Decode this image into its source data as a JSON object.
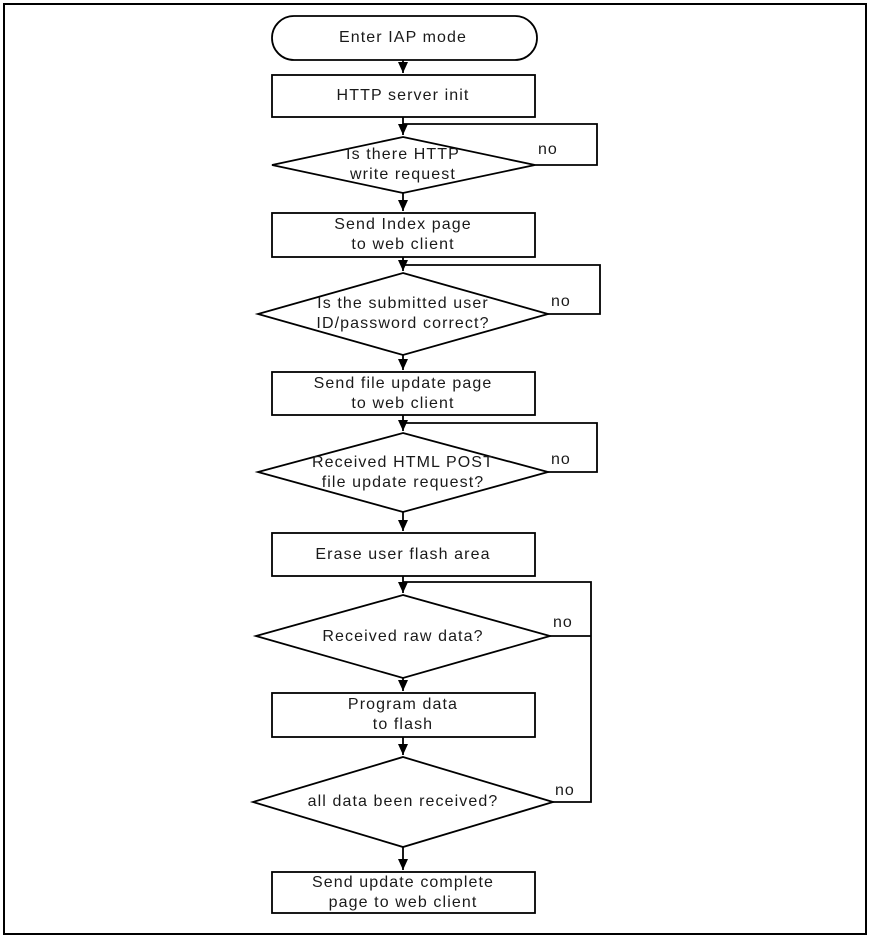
{
  "colors": {
    "stroke": "#000000",
    "shape_fill": "#ffffff",
    "text": "#1a1a1a",
    "background": "#ffffff"
  },
  "nodes": {
    "start": {
      "label": "Enter IAP mode",
      "type": "terminator"
    },
    "http_server_init": {
      "label": "HTTP server init",
      "type": "process"
    },
    "is_http_write_request": {
      "label": "Is there HTTP\nwrite request",
      "type": "decision"
    },
    "send_index_page": {
      "label": "Send Index page\nto web client",
      "type": "process"
    },
    "is_credentials_correct": {
      "label": "Is the submitted user\nID/password correct?",
      "type": "decision"
    },
    "send_file_update_page": {
      "label": "Send file update page\nto web client",
      "type": "process"
    },
    "received_html_post": {
      "label": "Received HTML POST\nfile update request?",
      "type": "decision"
    },
    "erase_user_flash": {
      "label": "Erase user flash area",
      "type": "process"
    },
    "received_raw_data": {
      "label": "Received raw data?",
      "type": "decision"
    },
    "program_data_to_flash": {
      "label": "Program data\nto flash",
      "type": "process"
    },
    "all_data_received": {
      "label": "all data been received?",
      "type": "decision"
    },
    "send_update_complete": {
      "label": "Send update complete\npage to web client",
      "type": "process"
    }
  },
  "edge_labels": {
    "no_http_write_request": "no",
    "no_credentials": "no",
    "no_html_post": "no",
    "no_raw_data": "no",
    "no_all_data": "no"
  }
}
